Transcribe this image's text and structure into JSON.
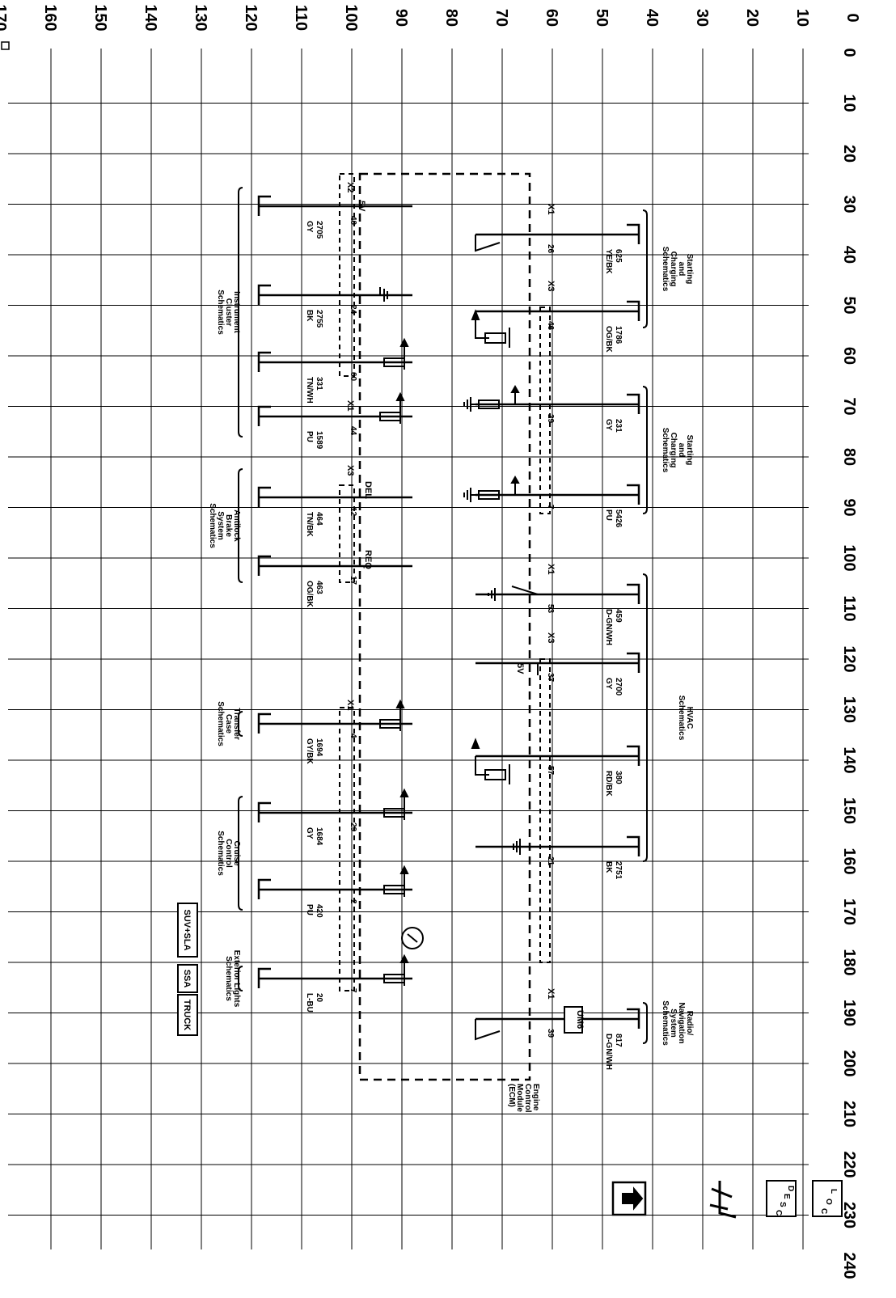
{
  "grid": {
    "top_axis": [
      "0",
      "10",
      "20",
      "30",
      "40",
      "50",
      "60",
      "70",
      "80",
      "90",
      "100",
      "110",
      "120",
      "130",
      "140",
      "150",
      "160",
      "170",
      "180",
      "190",
      "200",
      "210",
      "220",
      "230",
      "240"
    ],
    "left_axis": [
      "0",
      "10",
      "20",
      "30",
      "40",
      "50",
      "60",
      "70",
      "80",
      "90",
      "100",
      "110",
      "120",
      "130",
      "140",
      "150",
      "160",
      "170"
    ]
  },
  "module": {
    "name": [
      "Engine",
      "Control",
      "Module",
      "(ECM)"
    ],
    "conn_x1": "X1",
    "conn_x2": "X2",
    "conn_x3": "X3"
  },
  "right_circuits": [
    {
      "pin": "26",
      "circuit": "625",
      "color": "YE/BK",
      "conn": "X1"
    },
    {
      "pin": "46",
      "circuit": "1786",
      "color": "OG/BK",
      "conn": "X3"
    },
    {
      "pin": "29",
      "circuit": "231",
      "color": "GY",
      "conn": ""
    },
    {
      "pin": "7",
      "circuit": "5426",
      "color": "PU",
      "conn": ""
    },
    {
      "pin": "53",
      "circuit": "459",
      "color": "D-GN/WH",
      "conn": "X1"
    },
    {
      "pin": "37",
      "circuit": "2700",
      "color": "GY",
      "conn": "X3"
    },
    {
      "pin": "57",
      "circuit": "380",
      "color": "RD/BK",
      "conn": ""
    },
    {
      "pin": "21",
      "circuit": "2751",
      "color": "BK",
      "conn": ""
    },
    {
      "pin": "39",
      "circuit": "817",
      "color": "D-GN/WH",
      "conn": "X1"
    }
  ],
  "left_circuits": [
    {
      "pin": "40",
      "circuit": "2705",
      "color": "GY"
    },
    {
      "pin": "24",
      "circuit": "2755",
      "color": "BK"
    },
    {
      "pin": "60",
      "circuit": "331",
      "color": "TN/WH"
    },
    {
      "pin": "44",
      "circuit": "1589",
      "color": "PU"
    },
    {
      "pin": "12",
      "circuit": "464",
      "color": "TN/BK"
    },
    {
      "pin": "17",
      "circuit": "463",
      "color": "OG/BK"
    },
    {
      "pin": "4",
      "circuit": "1694",
      "color": "GY/BK"
    },
    {
      "pin": "29",
      "circuit": "1684",
      "color": "GY"
    },
    {
      "pin": "2",
      "circuit": "420",
      "color": "PU"
    },
    {
      "pin": "7",
      "circuit": "20",
      "color": "L-BU"
    }
  ],
  "inner_labels": {
    "five_v_a": "5V",
    "five_v_b": "5V",
    "del": "DEL",
    "req": "REQ",
    "x1_a": "X1",
    "x3_a": "X3",
    "x1_b": "X1",
    "x1_c": "X1",
    "x1_d": "X1",
    "x3_b": "X3",
    "x1_e": "X1"
  },
  "references_right": [
    {
      "lines": [
        "Starting",
        "and",
        "Charging",
        "Schematics"
      ]
    },
    {
      "lines": [
        "Starting",
        "and",
        "Charging",
        "Schematics"
      ]
    },
    {
      "lines": [
        "HVAC",
        "Schematics"
      ]
    },
    {
      "lines": [
        "Radio/",
        "Navigation",
        "System",
        "Schematics"
      ]
    }
  ],
  "references_left": [
    {
      "lines": [
        "Instrument",
        "Cluster",
        "Schematics"
      ]
    },
    {
      "lines": [
        "Antilock",
        "Brake",
        "System",
        "Schematics"
      ]
    },
    {
      "lines": [
        "Transfer",
        "Case",
        "Schematics"
      ]
    },
    {
      "lines": [
        "Cruise",
        "Control",
        "Schematics"
      ]
    },
    {
      "lines": [
        "Exterior Lights",
        "Schematics"
      ]
    }
  ],
  "option_badges": [
    "SUV+SLA",
    "SSA",
    "TRUCK"
  ],
  "um6": "UM6",
  "nav_icons": {
    "loc": [
      "L",
      "O",
      "C"
    ],
    "desc": [
      "D",
      "E",
      "S",
      "C"
    ]
  },
  "colors": {
    "line": "#000000",
    "background": "#ffffff"
  }
}
